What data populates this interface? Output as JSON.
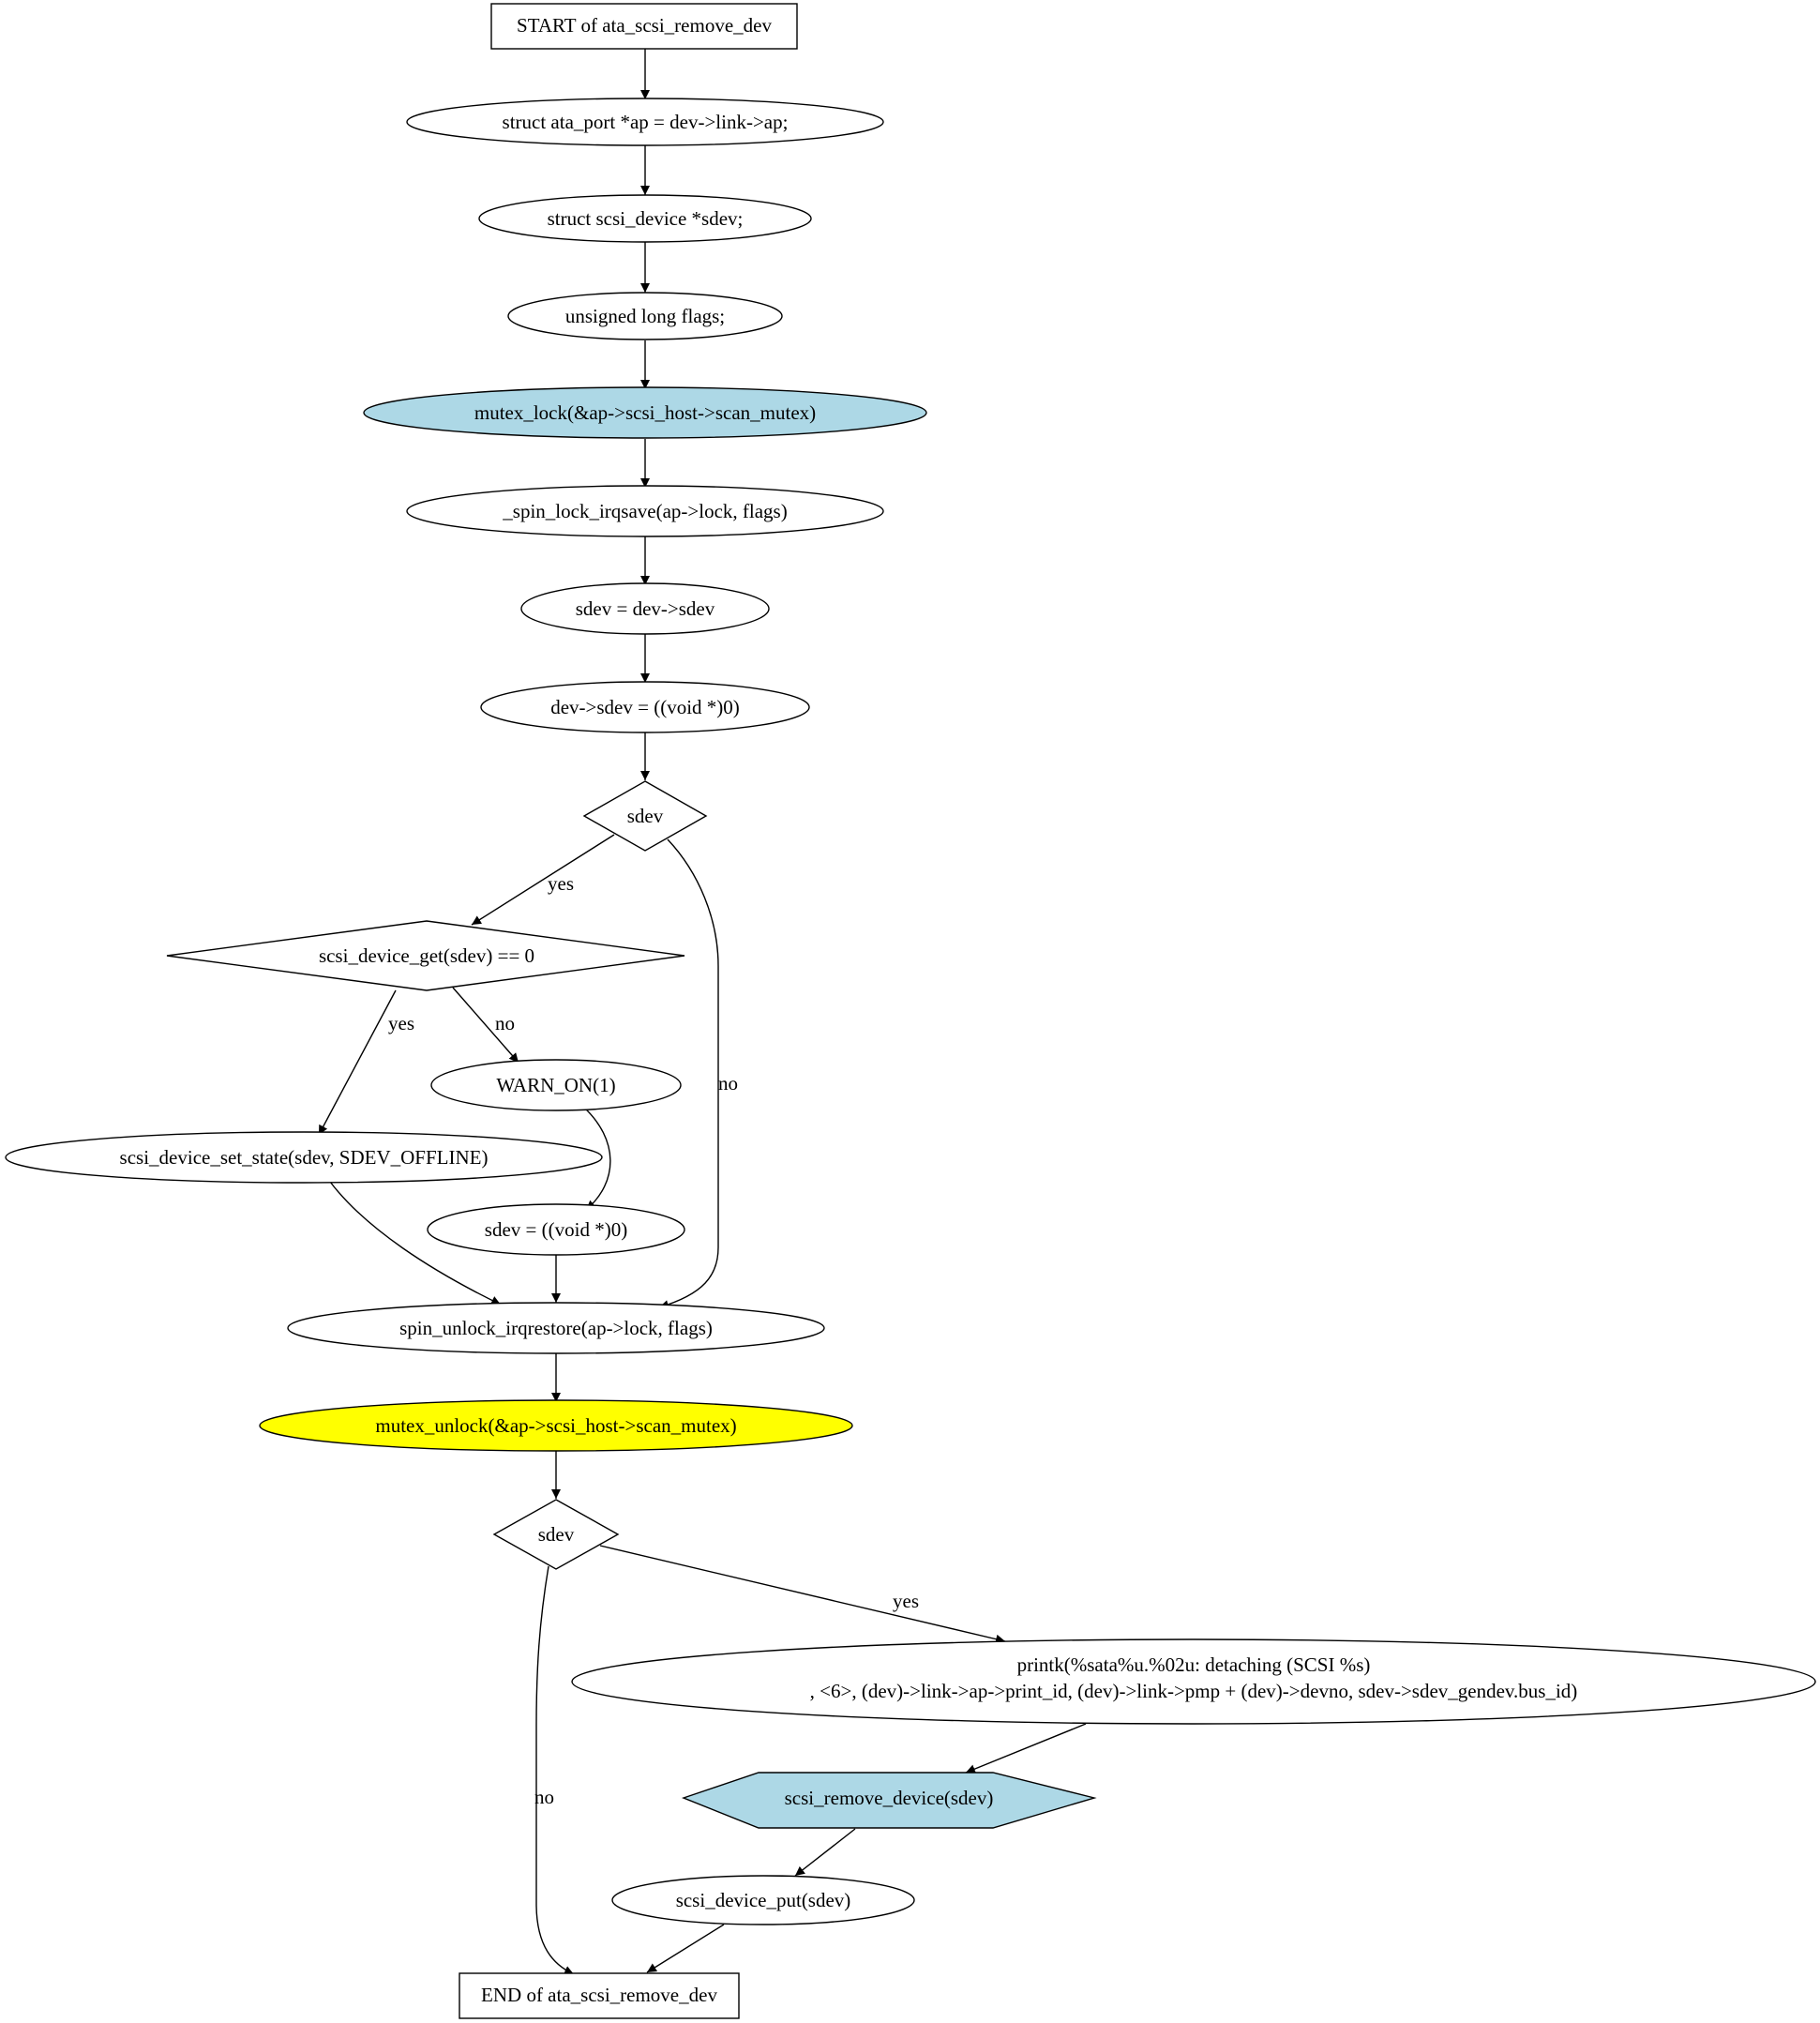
{
  "diagram": {
    "nodes": {
      "start": "START of ata_scsi_remove_dev",
      "n_ap": "struct ata_port *ap = dev->link->ap;",
      "n_sdev_decl": "struct scsi_device *sdev;",
      "n_flags": "unsigned long flags;",
      "n_mutex_lock": "mutex_lock(&ap->scsi_host->scan_mutex)",
      "n_spin_lock": "_spin_lock_irqsave(ap->lock, flags)",
      "n_sdev_assign": "sdev = dev->sdev",
      "n_dev_sdev_null": "dev->sdev = ((void *)0)",
      "d_sdev1": "sdev",
      "d_get": "scsi_device_get(sdev) == 0",
      "n_warn": "WARN_ON(1)",
      "n_set_state": "scsi_device_set_state(sdev, SDEV_OFFLINE)",
      "n_sdev_null": "sdev = ((void *)0)",
      "n_spin_unlock": "spin_unlock_irqrestore(ap->lock, flags)",
      "n_mutex_unlock": "mutex_unlock(&ap->scsi_host->scan_mutex)",
      "d_sdev2": "sdev",
      "n_printk_line1": "printk(%sata%u.%02u: detaching (SCSI %s)",
      "n_printk_line2": ", <6>, (dev)->link->ap->print_id, (dev)->link->pmp + (dev)->devno, sdev->sdev_gendev.bus_id)",
      "n_remove": "scsi_remove_device(sdev)",
      "n_put": "scsi_device_put(sdev)",
      "end": "END of ata_scsi_remove_dev"
    },
    "edge_labels": {
      "sdev1_yes": "yes",
      "sdev1_no": "no",
      "get_yes": "yes",
      "get_no": "no",
      "sdev2_yes": "yes",
      "sdev2_no": "no"
    },
    "colors": {
      "mutex_lock_fill": "#add8e6",
      "mutex_unlock_fill": "#ffff00",
      "remove_fill": "#add8e6",
      "remove_stroke": "#ffff00"
    }
  }
}
